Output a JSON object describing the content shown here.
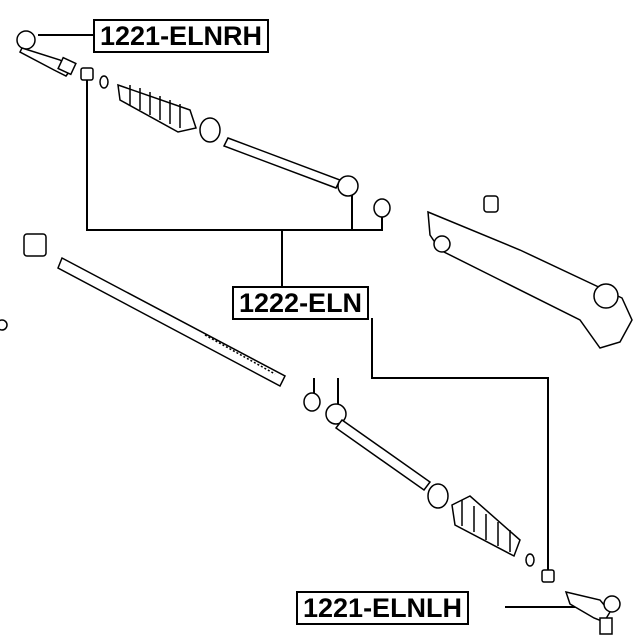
{
  "labels": {
    "tie_rod_end_right": "1221-ELNRH",
    "inner_tie_rod": "1222-ELN",
    "tie_rod_end_left": "1221-ELNLH"
  }
}
